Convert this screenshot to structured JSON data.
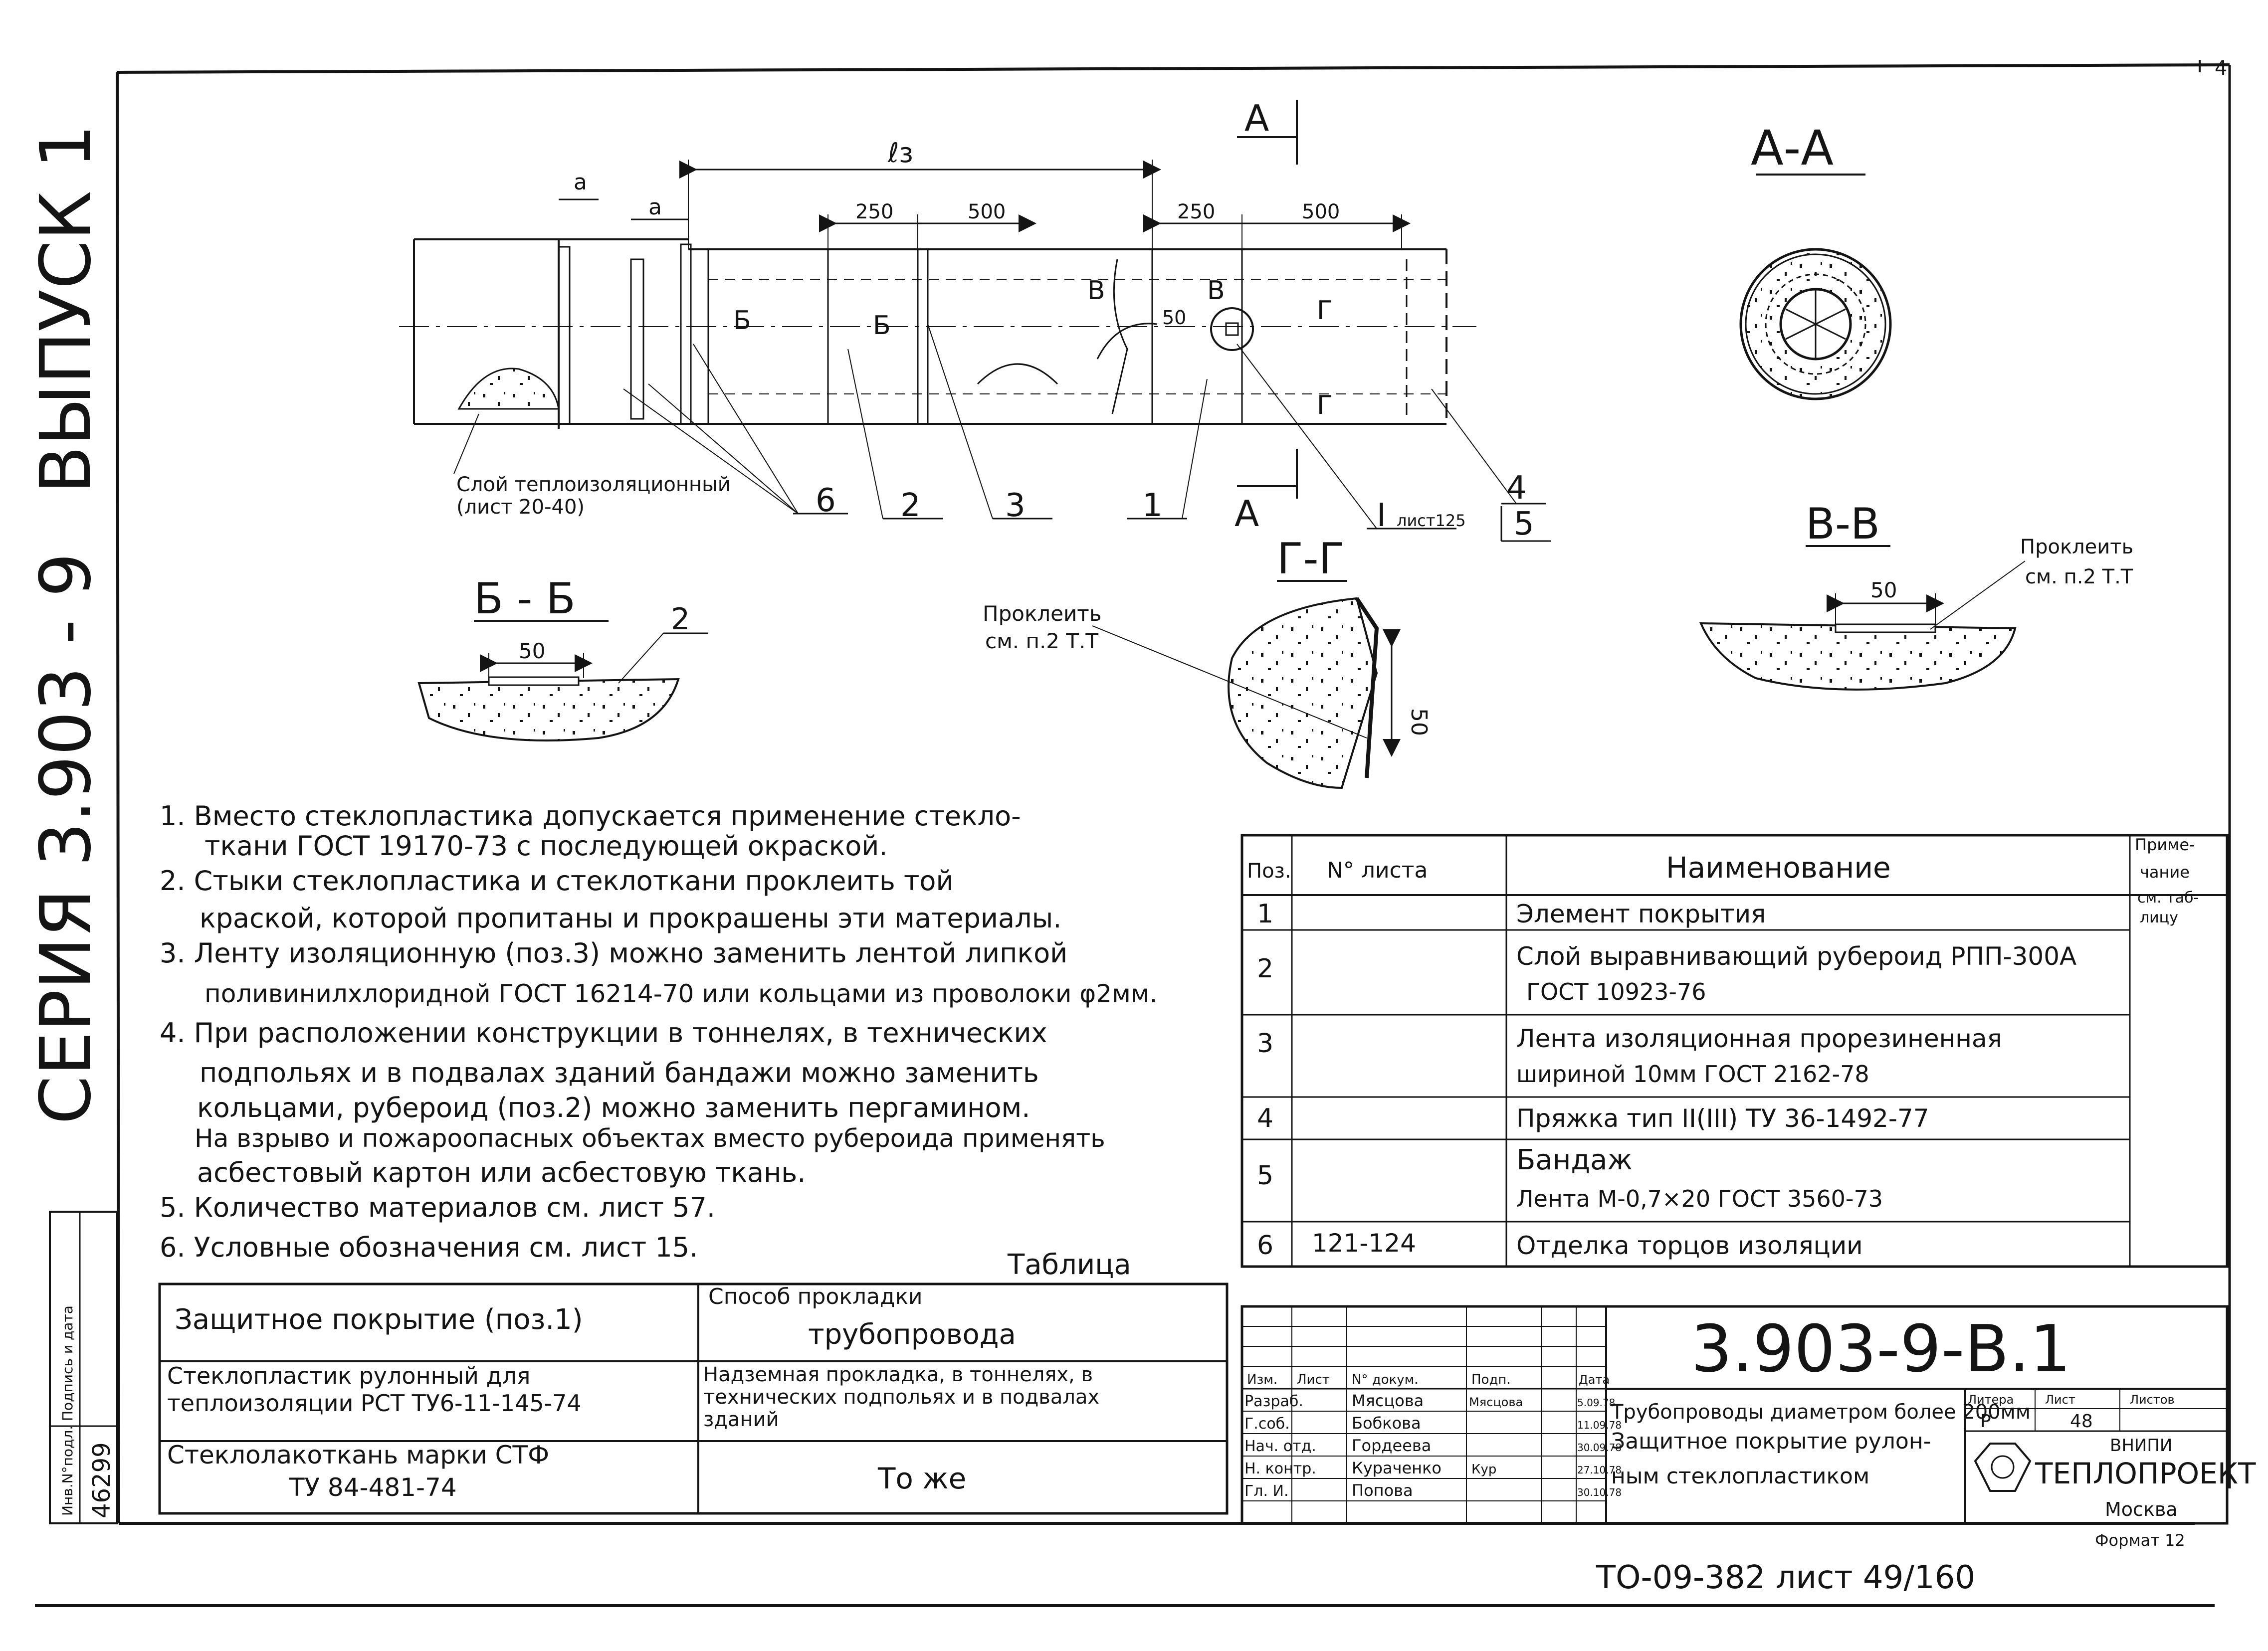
{
  "series_vertical": "СЕРИЯ  3.903 - 9",
  "vypusk_vertical": "ВЫПУСК 1",
  "corner_mark": "4",
  "main_view": {
    "section_a_top": "А",
    "section_a_bottom": "А",
    "dim_a1": "а",
    "dim_a2": "а",
    "dim_l3": "ℓз",
    "dim_250_left": "250",
    "dim_500_left": "500",
    "dim_250_right": "250",
    "dim_500_right": "500",
    "dim_50": "50",
    "cut_b1": "Б",
    "cut_b2": "Б",
    "cut_v1": "В",
    "cut_v2": "В",
    "cut_g1": "Г",
    "cut_g2": "Г",
    "leader_layer_text": "Слой теплоизоляционный",
    "leader_layer_sheet": "(лист 20-40)",
    "callout_6": "6",
    "callout_2": "2",
    "callout_3": "3",
    "callout_1": "1",
    "callout_I": "I",
    "callout_I_sheet": "лист125",
    "callout_4": "4",
    "callout_5": "5"
  },
  "section_aa": {
    "title": "А-А"
  },
  "section_bb": {
    "title": "Б - Б",
    "dim": "50",
    "callout": "2"
  },
  "section_gg": {
    "title": "Г-Г",
    "note1": "Проклеить",
    "note2": "см. п.2 Т.Т",
    "dim": "50"
  },
  "section_vv": {
    "title": "В-В",
    "note1": "Проклеить",
    "note2": "см. п.2 Т.Т",
    "dim": "50"
  },
  "notes": [
    "1. Вместо стеклопластика допускается применение стекло-",
    "ткани ГОСТ 19170-73 с последующей окраской.",
    "2. Стыки стеклопластика и стеклоткани проклеить той",
    "краской, которой пропитаны и прокрашены эти материалы.",
    "3. Ленту изоляционную (поз.3) можно заменить лентой липкой",
    "поливинилхлоридной ГОСТ 16214-70 или кольцами из проволоки φ2мм.",
    "4. При расположении конструкции в тоннелях, в технических",
    "подпольях и в подвалах зданий бандажи можно заменить",
    "кольцами, рубероид (поз.2) можно заменить пергамином.",
    "На взрыво и пожароопасных объектах вместо рубероида применять",
    "асбестовый картон или асбестовую ткань.",
    "5. Количество материалов см. лист 57.",
    "6. Условные обозначения см. лист 15."
  ],
  "spec_table": {
    "headers": [
      "Поз.",
      "N° листа",
      "Наименование",
      "Приме-чание"
    ],
    "note_col_top": "Приме-",
    "note_col_bottom": "чание",
    "note_1": "см. таб-",
    "note_2": "лицу",
    "rows": [
      {
        "pos": "1",
        "sheet": "",
        "name1": "Элемент покрытия",
        "name2": ""
      },
      {
        "pos": "2",
        "sheet": "",
        "name1": "Слой выравнивающий рубероид РПП-300А",
        "name2": "ГОСТ 10923-76"
      },
      {
        "pos": "3",
        "sheet": "",
        "name1": "Лента изоляционная прорезиненная",
        "name2": "шириной 10мм ГОСТ 2162-78"
      },
      {
        "pos": "4",
        "sheet": "",
        "name1": "Пряжка тип II(III) ТУ 36-1492-77",
        "name2": ""
      },
      {
        "pos": "5",
        "sheet": "",
        "name1": "Бандаж",
        "name2": "Лента М-0,7×20 ГОСТ 3560-73"
      },
      {
        "pos": "6",
        "sheet": "121-124",
        "name1": "Отделка торцов изоляции",
        "name2": ""
      }
    ]
  },
  "tablitsa": {
    "caption": "Таблица",
    "header_left": "Защитное покрытие (поз.1)",
    "header_right_1": "Способ прокладки",
    "header_right_2": "трубопровода",
    "row1_left_1": "Стеклопластик рулонный для",
    "row1_left_2": "теплоизоляции РСТ ТУ6-11-145-74",
    "row1_right_1": "Надземная прокладка, в тоннелях, в",
    "row1_right_2": "технических подпольях и в подвалах",
    "row1_right_3": "зданий",
    "row2_left_1": "Стеклолакоткань марки СТФ",
    "row2_left_2": "ТУ 84-481-74",
    "row2_right": "То же"
  },
  "left_strip": {
    "label_a": "Инв.N°подл.",
    "label_b": "Подпись и дата",
    "inv_number": "46299"
  },
  "title_block": {
    "code": "3.903-9-В.1",
    "role_headers": [
      "Изм.",
      "Лист",
      "N° докум.",
      "Подп.",
      "Дата"
    ],
    "staff": [
      {
        "role": "Разраб.",
        "name": "Мясцова",
        "sig": "Мясцова",
        "date": "5.09.78"
      },
      {
        "role": "Г.соб.",
        "name": "Бобкова",
        "sig": "",
        "date": "11.09.78"
      },
      {
        "role": "Нач. отд.",
        "name": "Гордеева",
        "sig": "",
        "date": "30.09.78"
      },
      {
        "role": "Н. контр.",
        "name": "Кураченко",
        "sig": "Кур",
        "date": "27.10.78"
      },
      {
        "role": "Гл. И.",
        "name": "Попова",
        "sig": "",
        "date": "30.10.78"
      }
    ],
    "title_line1": "Трубопроводы диаметром более 200мм",
    "title_line2": "Защитное покрытие рулон-",
    "title_line3": "ным стеклопластиком",
    "stage_header": "Литера",
    "sheet_header": "Лист",
    "sheets_header": "Листов",
    "stage": "Р",
    "sheet": "48",
    "sheets": "",
    "org_top": "ВНИПИ",
    "org_main": "ТЕПЛОПРОЕКТ",
    "org_city": "Москва",
    "format_label": "Формат 12"
  },
  "footer": "ТО-09-382 лист 49/160"
}
